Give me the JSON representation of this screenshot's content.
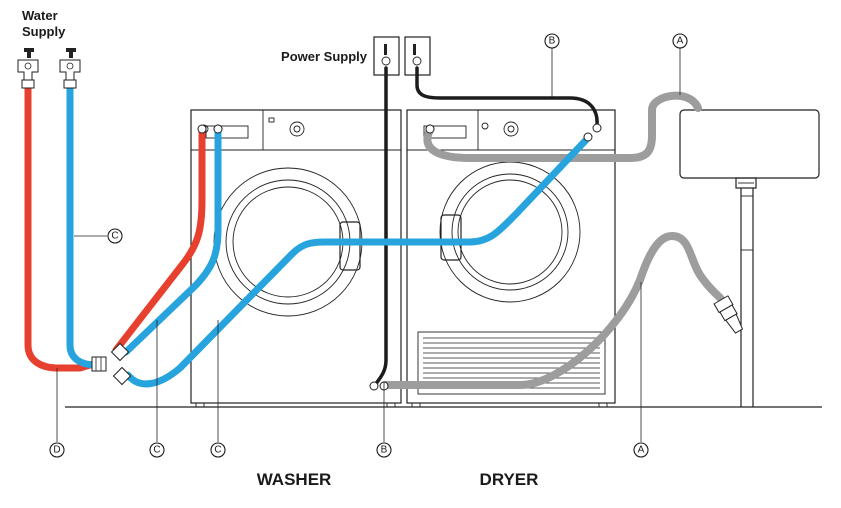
{
  "labels": {
    "water_supply_line1": "Water",
    "water_supply_line2": "Supply",
    "power_supply": "Power Supply",
    "washer": "WASHER",
    "dryer": "DRYER"
  },
  "callouts": {
    "top_B": "B",
    "top_A": "A",
    "left_C": "C",
    "bottom_D": "D",
    "bottom_C1": "C",
    "bottom_C2": "C",
    "bottom_B": "B",
    "bottom_A": "A"
  },
  "colors": {
    "hot_hose": "#e8402f",
    "cold_hose": "#27a4dd",
    "power_cord": "#1c1c1c",
    "drain_hose": "#9d9d9d",
    "outline": "#222222"
  }
}
